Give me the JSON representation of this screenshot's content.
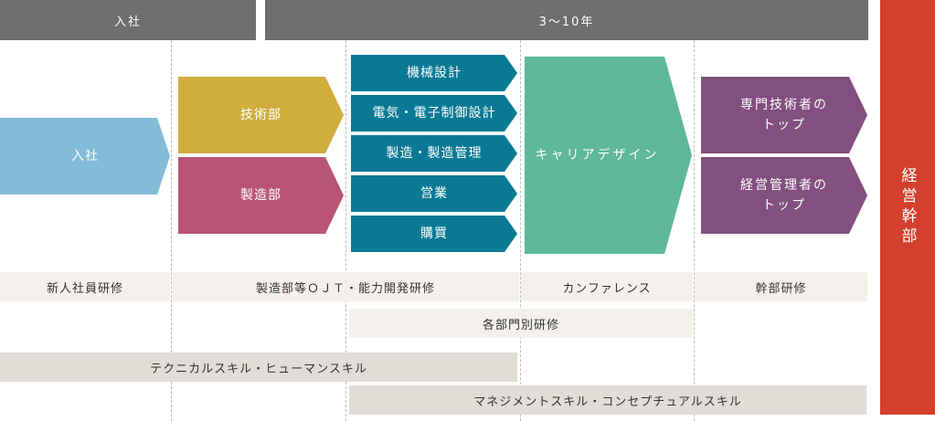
{
  "header": {
    "entry_label": "入社",
    "years_label": "3～10年"
  },
  "flow": {
    "entry": "入社",
    "departments": [
      "技術部",
      "製造部"
    ],
    "specialties": [
      "機械設計",
      "電気・電子制御設計",
      "製造・製造管理",
      "営業",
      "購買"
    ],
    "career": "キャリアデザイン",
    "leaders": [
      "専門技術者の\nトップ",
      "経営管理者の\nトップ"
    ],
    "executive": "経営幹部"
  },
  "training": {
    "new_hire": "新人社員研修",
    "ojt": "製造部等ＯＪＴ・能力開発研修",
    "conference": "カンファレンス",
    "executive": "幹部研修",
    "departmental": "各部門別研修",
    "technical_human": "テクニカルスキル・ヒューマンスキル",
    "management_conceptual": "マネジメントスキル・コンセプチュアルスキル"
  },
  "colors": {
    "header": "#6e6e6e",
    "entry": "#82bcd8",
    "tech": "#cfae3e",
    "manufacturing": "#b85577",
    "specialty": "#0a7a94",
    "career": "#5fb79a",
    "leader": "#824f7e",
    "executive": "#d23f2c"
  }
}
